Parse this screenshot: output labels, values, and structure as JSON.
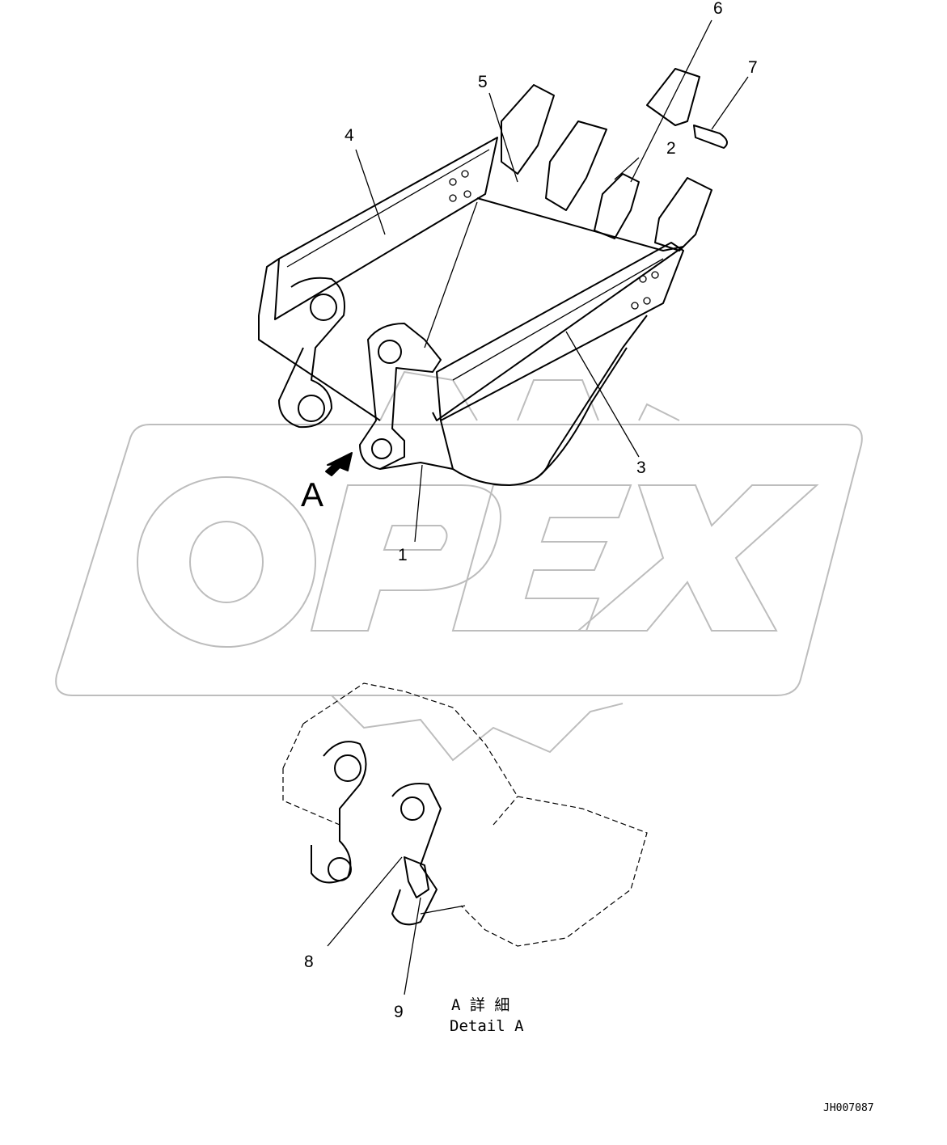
{
  "diagram": {
    "callouts": [
      "1",
      "2",
      "3",
      "4",
      "5",
      "6",
      "7",
      "8",
      "9"
    ],
    "view_marker": "A",
    "detail_label_jp": "A 詳 細",
    "detail_label_en": "Detail A",
    "drawing_code": "JH007087",
    "watermark": "OPEX",
    "watermark_color": "#bdbdbd",
    "line_color": "#000000"
  }
}
